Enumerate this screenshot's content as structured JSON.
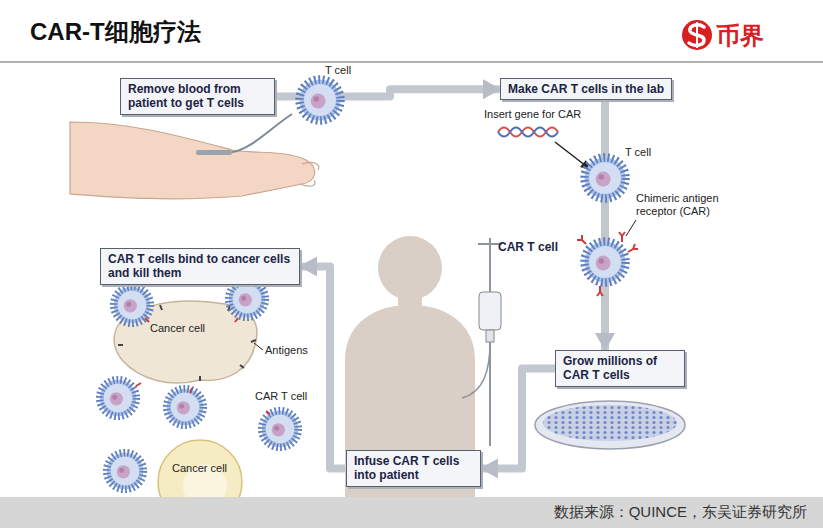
{
  "diagram": {
    "title": "CAR-T细胞疗法",
    "caption": "数据来源：QUINCE，东吴证券研究所",
    "nodes": [
      {
        "text": [
          "Remove blood from patient to get T cells"
        ]
      },
      {
        "text": [
          "Make CAR T cells in the lab"
        ]
      },
      {
        "text": [
          "Grow millions of CAR T cells"
        ]
      },
      {
        "text": [
          "Infuse CAR T cells into patient"
        ]
      },
      {
        "text": [
          "CAR T cells bind to cancer cells and kill them"
        ]
      }
    ],
    "edges": [
      {
        "from": 0,
        "to": 1,
        "arrow": "to"
      },
      {
        "from": 1,
        "to": 2,
        "arrow": "to"
      },
      {
        "from": 2,
        "to": 3,
        "arrow": "to"
      },
      {
        "from": 3,
        "to": 4,
        "arrow": "to"
      }
    ],
    "labels": [
      "币界",
      "T cell",
      "Insert gene for CAR",
      "T cell",
      "Chimeric antigen receptor (CAR)",
      "CAR T cell",
      "Cancer cell",
      "Antigens",
      "CAR T cell",
      "Cancer cell"
    ]
  }
}
